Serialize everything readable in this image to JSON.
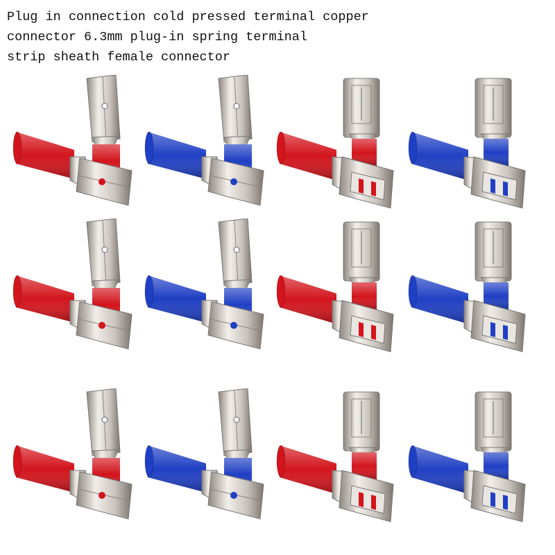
{
  "title_lines": [
    "Plug in connection cold pressed terminal copper",
    "connector 6.3mm plug-in spring terminal",
    "strip sheath female connector"
  ],
  "colors": {
    "red": "#d3141c",
    "blue": "#1f3fc4",
    "silver": "#c9c3bd"
  },
  "grid": {
    "rows": 3,
    "columns": [
      {
        "type": "male",
        "color": "red"
      },
      {
        "type": "male",
        "color": "blue"
      },
      {
        "type": "female",
        "color": "red"
      },
      {
        "type": "female",
        "color": "blue"
      }
    ]
  }
}
